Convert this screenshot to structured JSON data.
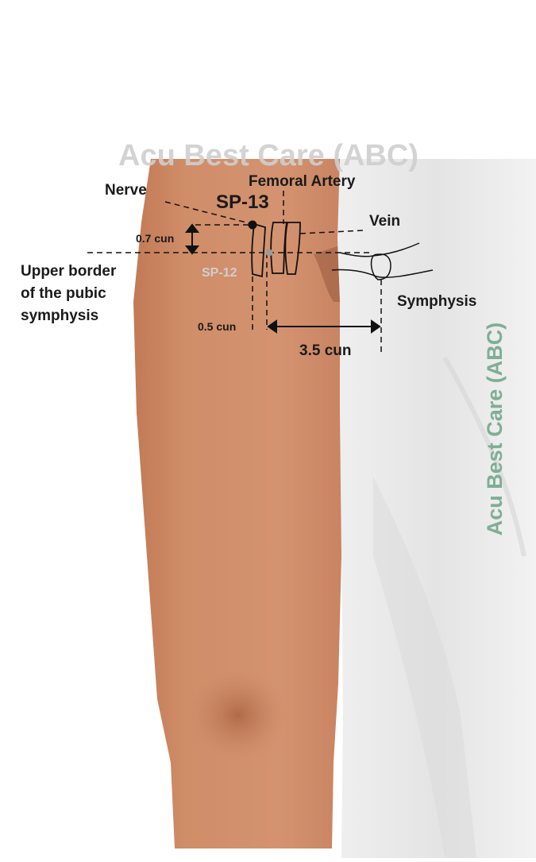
{
  "watermark_top": "Acu Best Care (ABC)",
  "watermark_side": "Acu Best Care (ABC)",
  "labels": {
    "nerve": "Nerve",
    "sp13": "SP-13",
    "femoral_artery": "Femoral Artery",
    "vein": "Vein",
    "cun_07": "0.7 cun",
    "upper_border_line1": "Upper border",
    "upper_border_line2": "of the pubic",
    "upper_border_line3": "symphysis",
    "sp12": "SP-12",
    "symphysis": "Symphysis",
    "cun_05": "0.5 cun",
    "cun_35": "3.5 cun"
  },
  "colors": {
    "skin": "#cc8a66",
    "skin_shadow": "#b9714f",
    "body_gray": "#e6e6e6",
    "watermark_top": "#d0d0d0",
    "watermark_side": "#7fae95",
    "line": "#111111",
    "sp12": "#c8c8c8"
  }
}
